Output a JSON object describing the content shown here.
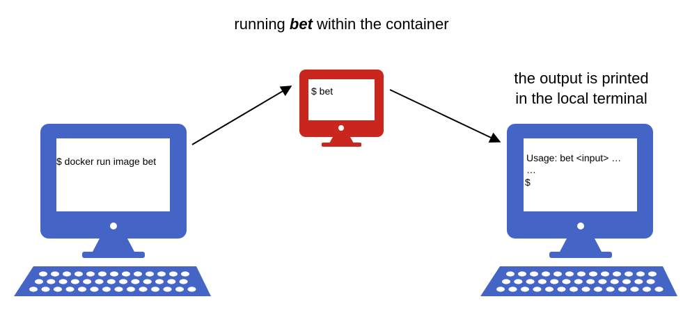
{
  "title": {
    "prefix": "running ",
    "emphasis": "bet",
    "suffix": " within the container"
  },
  "caption": {
    "line1": "the output is printed",
    "line2": "in the local terminal"
  },
  "computers": {
    "local_left": {
      "color": "#4465C6",
      "screen_line": "$ docker run image bet"
    },
    "container": {
      "color": "#C9261D",
      "screen_line": "$ bet"
    },
    "local_right": {
      "color": "#4465C6",
      "screen_lines": [
        "Usage:  bet <input> …",
        "…",
        "$"
      ]
    }
  }
}
